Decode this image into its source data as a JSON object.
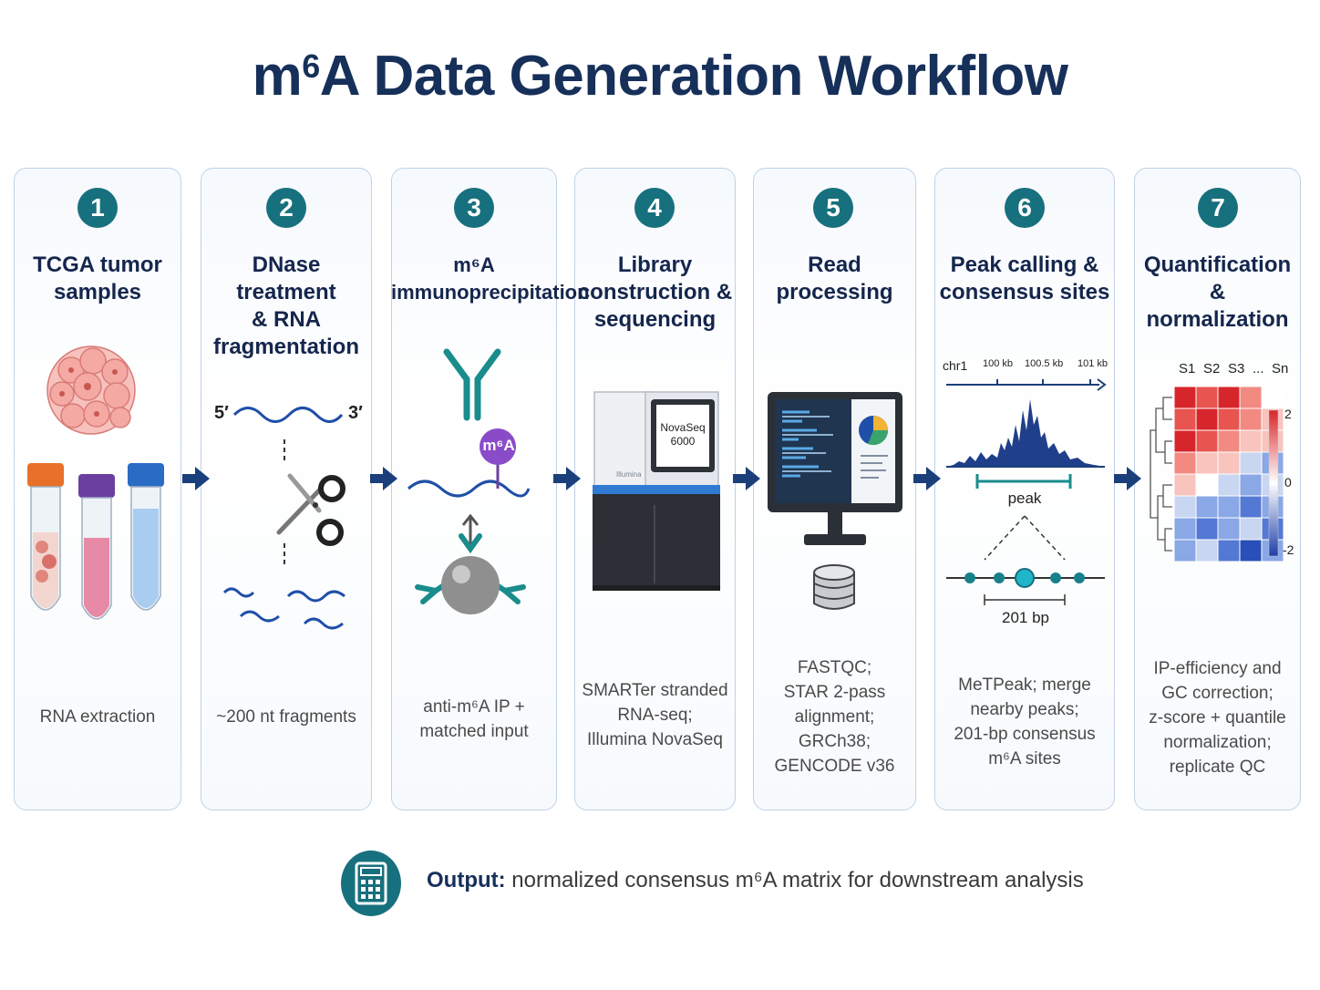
{
  "title": {
    "main": "m",
    "sup": "6",
    "rest": "A Data Generation Workflow"
  },
  "steps": [
    {
      "number": "1",
      "title": [
        "TCGA tumor",
        "samples"
      ],
      "desc": [
        "RNA extraction"
      ]
    },
    {
      "number": "2",
      "title": [
        "DNase treatment",
        "& RNA",
        "fragmentation"
      ],
      "desc": [
        "~200 nt fragments"
      ]
    },
    {
      "number": "3",
      "title": [
        "m⁶A",
        "immunoprecipitation"
      ],
      "desc": [
        "anti-m⁶A IP +",
        "matched input"
      ]
    },
    {
      "number": "4",
      "title": [
        "Library",
        "construction &",
        "sequencing"
      ],
      "desc": [
        "SMARTer stranded",
        "RNA-seq;",
        "Illumina NovaSeq"
      ]
    },
    {
      "number": "5",
      "title": [
        "Read",
        "processing"
      ],
      "desc": [
        "FASTQC;",
        "STAR 2-pass",
        "alignment;",
        "GRCh38;",
        "GENCODE v36"
      ]
    },
    {
      "number": "6",
      "title": [
        "Peak calling &",
        "consensus sites"
      ],
      "desc": [
        "MeTPeak; merge",
        "nearby peaks;",
        "201-bp consensus",
        "m⁶A sites"
      ]
    },
    {
      "number": "7",
      "title": [
        "Quantification &",
        "normalization"
      ],
      "desc": [
        "IP-efficiency and",
        "GC correction;",
        "z-score + quantile",
        "normalization;",
        "replicate QC"
      ]
    }
  ],
  "illustrations": {
    "rna_ends": {
      "five": "5′",
      "three": "3′"
    },
    "m6a_label": "m⁶A",
    "sequencer_label": [
      "NovaSeq",
      "6000"
    ],
    "sequencer_brand": "Illumina",
    "peak": {
      "chrom": "chr1",
      "ticks": [
        "100 kb",
        "100.5 kb",
        "101 kb"
      ],
      "peak_label": "peak",
      "width_label": "201 bp"
    },
    "heatmap": {
      "columns": [
        "S1",
        "S2",
        "S3",
        "...",
        "Sn"
      ],
      "scale": [
        "2",
        "0",
        "-2"
      ]
    }
  },
  "footer": {
    "label": "Output:",
    "text": " normalized consensus m⁶A matrix for downstream analysis"
  },
  "colors": {
    "title": "#16305a",
    "badge": "#17707d",
    "card_border": "#bfd2e6",
    "arrow": "#1b3f7a",
    "rna": "#1f4fa8"
  }
}
